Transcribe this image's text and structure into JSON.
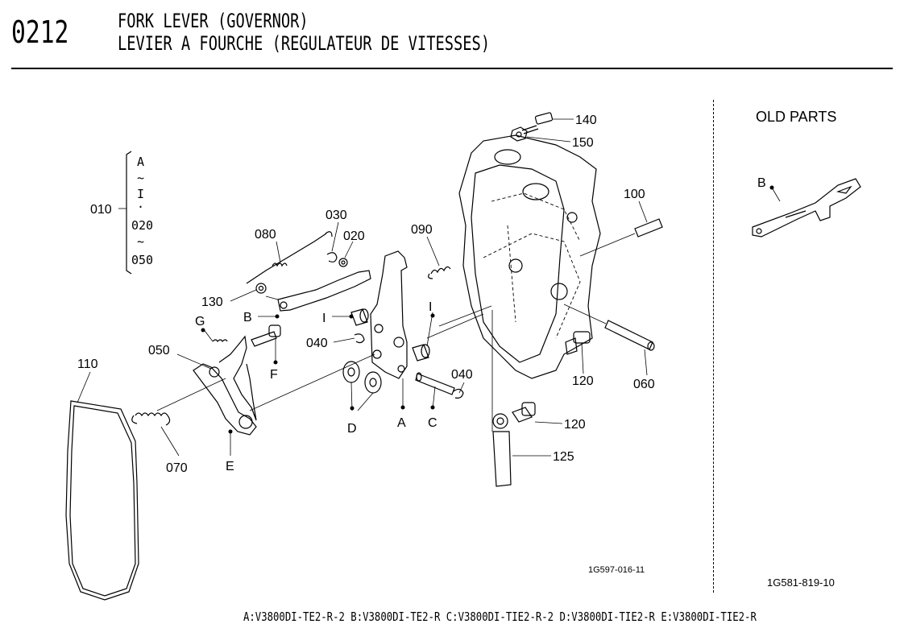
{
  "header": {
    "section_number": "0212",
    "title_en": "FORK LEVER (GOVERNOR)",
    "title_fr": "LEVIER A FOURCHE (REGULATEUR DE VITESSES)"
  },
  "old_parts": {
    "label": "OLD PARTS",
    "callout": "B",
    "reference": "1G581-819-10"
  },
  "main_diagram": {
    "reference": "1G597-016-11",
    "bracket": {
      "part": "010",
      "lines": [
        "A",
        "~",
        "I",
        "·",
        "020",
        "~",
        "050"
      ]
    },
    "callouts": {
      "c140": "140",
      "c150": "150",
      "c100": "100",
      "c030": "030",
      "c080": "080",
      "c020": "020",
      "c090": "090",
      "c130": "130",
      "cB": "B",
      "cI1": "I",
      "cI2": "I",
      "cG": "G",
      "c050": "050",
      "c040a": "040",
      "c110": "110",
      "cF": "F",
      "c040b": "040",
      "c120a": "120",
      "c060": "060",
      "cD": "D",
      "cA": "A",
      "cC": "C",
      "c120b": "120",
      "c125": "125",
      "c070": "070",
      "cE": "E"
    }
  },
  "footnote": "A:V3800DI-TE2-R-2 B:V3800DI-TE2-R C:V3800DI-TIE2-R-2 D:V3800DI-TIE2-R E:V3800DI-TIE2-R"
}
